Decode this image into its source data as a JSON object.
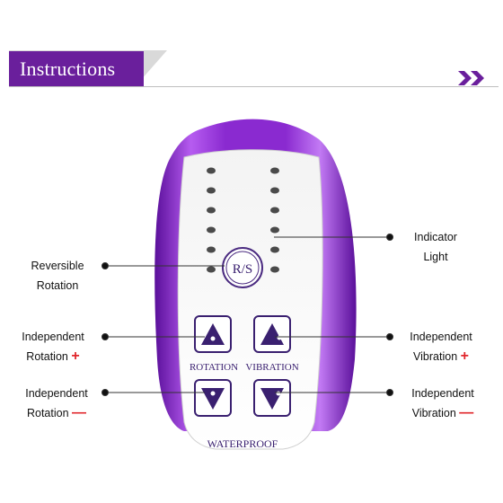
{
  "header": {
    "title": "Instructions",
    "accent_color": "#6a1f9c",
    "arrow_icon": "double-chevron-right-icon"
  },
  "device": {
    "button_rs": "R/S",
    "label_rotation": "ROTATION",
    "label_vibration": "VIBRATION",
    "label_waterproof": "WATERPROOF",
    "body_color": "#8a2ad0",
    "buttons": [
      "rotation-up-icon",
      "vibration-up-icon",
      "rotation-down-icon",
      "vibration-down-icon"
    ]
  },
  "callouts": {
    "indicator": {
      "line1": "Indicator",
      "line2": "Light"
    },
    "reversible": {
      "line1": "Reversible",
      "line2": "Rotation"
    },
    "rot_plus": {
      "line1": "Independent",
      "line2": "Rotation",
      "sign": "+"
    },
    "vib_plus": {
      "line1": "Independent",
      "line2": "Vibration",
      "sign": "+"
    },
    "rot_minus": {
      "line1": "Independent",
      "line2": "Rotation",
      "sign": "—"
    },
    "vib_minus": {
      "line1": "Independent",
      "line2": "Vibration",
      "sign": "—"
    }
  }
}
